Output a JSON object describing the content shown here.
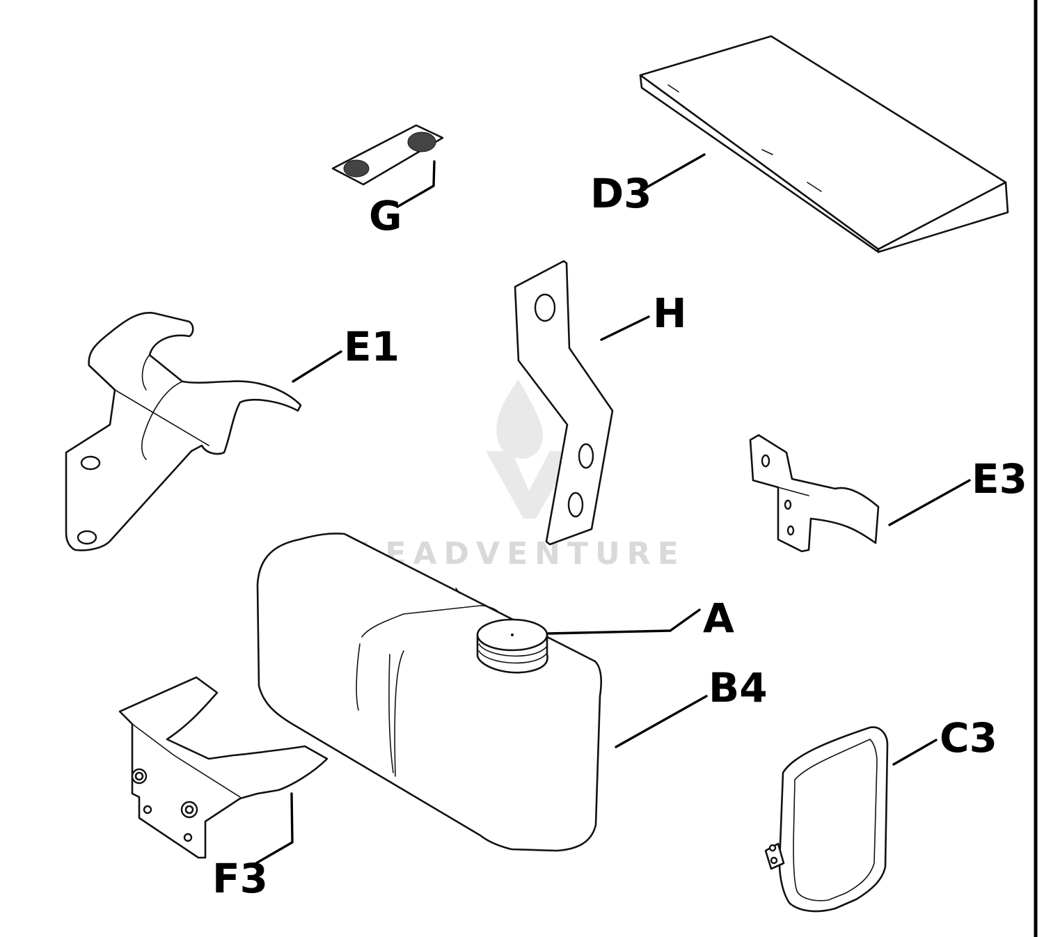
{
  "watermark": {
    "text": "LEADVENTURE",
    "logo_icon": "flame-v-logo-icon"
  },
  "labels": {
    "A": "A",
    "B4": "B4",
    "C3": "C3",
    "D3": "D3",
    "E1": "E1",
    "E3": "E3",
    "F3": "F3",
    "G": "G",
    "H": "H"
  },
  "colors": {
    "ink": "#000000",
    "background": "#ffffff",
    "watermark": "#d9d9d9"
  }
}
